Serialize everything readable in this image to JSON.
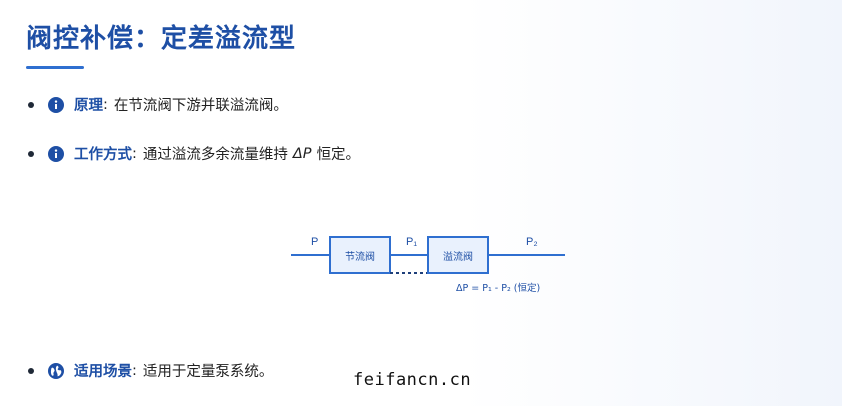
{
  "title": "阀控补偿：定差溢流型",
  "colors": {
    "accent": "#1e4fa5",
    "line": "#2f6fd0",
    "box_fill": "#e9f1fd"
  },
  "bullets": [
    {
      "icon": "info-icon",
      "label": "原理",
      "sep": ":",
      "text": "在节流阀下游并联溢流阀。"
    },
    {
      "icon": "info-icon",
      "label": "工作方式",
      "sep": ":",
      "text_before": "通过溢流多余流量维持",
      "delta": "ΔP",
      "text_after": "恒定。"
    },
    {
      "icon": "globe-icon",
      "label": "适用场景",
      "sep": ":",
      "text": "适用于定量泵系统。"
    }
  ],
  "diagram": {
    "p_label": "P",
    "p1_label": "P₁",
    "p2_label": "P₂",
    "box1_label": "节流阀",
    "box2_label": "溢流阀",
    "formula": "ΔP = P₁ - P₂ (恒定)"
  },
  "watermark": "feifancn.cn"
}
